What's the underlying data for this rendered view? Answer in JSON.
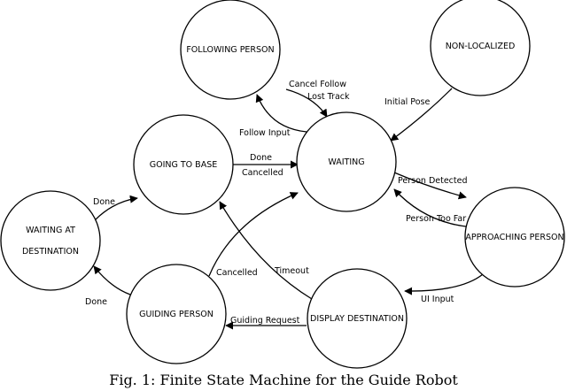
{
  "diagram": {
    "states": [
      {
        "id": "following",
        "lines": [
          "FOLLOWING PERSON"
        ]
      },
      {
        "id": "nonloc",
        "lines": [
          "NON-LOCALIZED"
        ]
      },
      {
        "id": "base",
        "lines": [
          "GOING TO BASE"
        ]
      },
      {
        "id": "waiting",
        "lines": [
          "WAITING"
        ]
      },
      {
        "id": "waitdest",
        "lines": [
          "WAITING AT",
          "DESTINATION"
        ]
      },
      {
        "id": "approach",
        "lines": [
          "APPROACHING PERSON"
        ]
      },
      {
        "id": "guiding",
        "lines": [
          "GUIDING PERSON"
        ]
      },
      {
        "id": "display",
        "lines": [
          "DISPLAY DESTINATION"
        ]
      }
    ],
    "transitions": [
      {
        "id": "waiting-following",
        "labels": [
          "Cancel Follow",
          "Lost Track"
        ]
      },
      {
        "id": "following-waiting",
        "labels": [
          "Follow Input"
        ]
      },
      {
        "id": "nonloc-waiting",
        "labels": [
          "Initial Pose"
        ]
      },
      {
        "id": "base-waiting",
        "labels": [
          "Done",
          "Cancelled"
        ]
      },
      {
        "id": "waiting-approach",
        "labels": [
          "Person Detected"
        ]
      },
      {
        "id": "approach-waiting",
        "labels": [
          "Person Too Far"
        ]
      },
      {
        "id": "approach-display",
        "labels": [
          "UI Input"
        ]
      },
      {
        "id": "display-guiding",
        "labels": [
          "Guiding Request"
        ]
      },
      {
        "id": "guiding-waiting",
        "labels": [
          "Cancelled"
        ]
      },
      {
        "id": "display-base",
        "labels": [
          "Timeout"
        ]
      },
      {
        "id": "guiding-waitdest",
        "labels": [
          "Done"
        ]
      },
      {
        "id": "waitdest-base",
        "labels": [
          "Done"
        ]
      }
    ]
  },
  "caption": "Fig. 1: Finite State Machine for the Guide Robot"
}
